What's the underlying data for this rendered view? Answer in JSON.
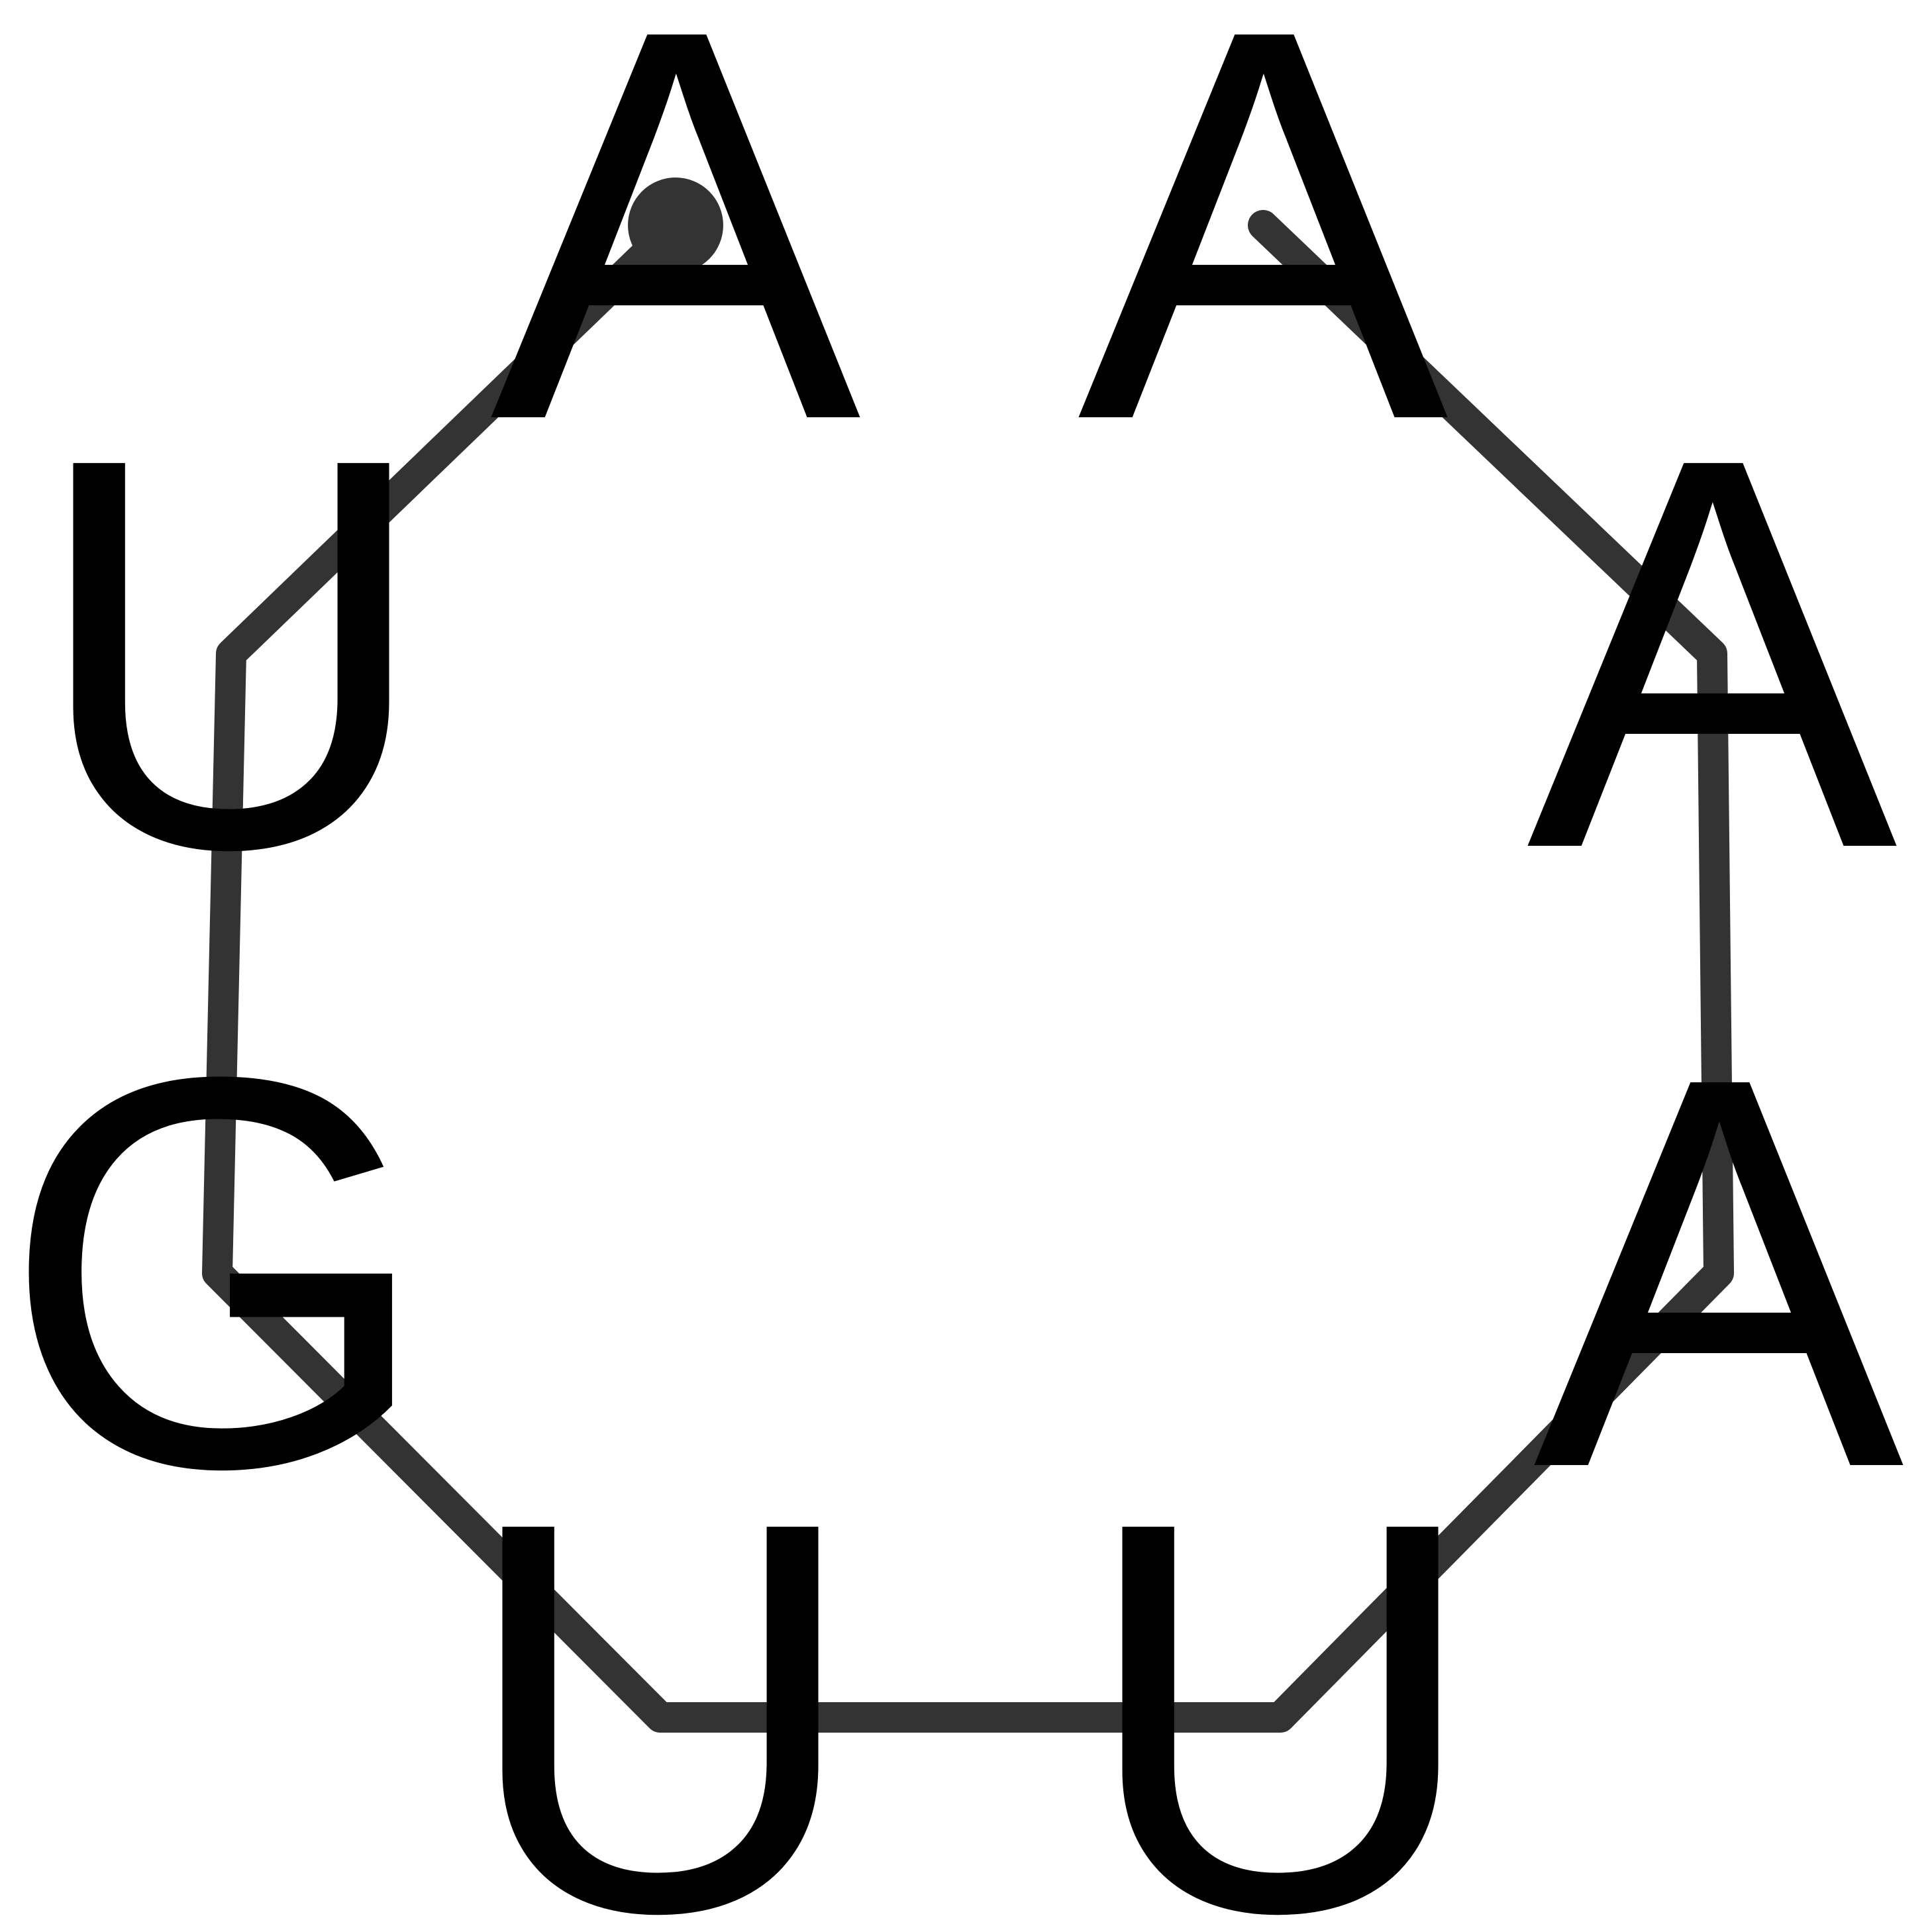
{
  "diagram": {
    "sequence": [
      "A",
      "A",
      "A",
      "A",
      "U",
      "U",
      "G",
      "U"
    ],
    "colors": {
      "background": "#ffffff",
      "backbone": "#333333",
      "letters": "#000000"
    }
  }
}
